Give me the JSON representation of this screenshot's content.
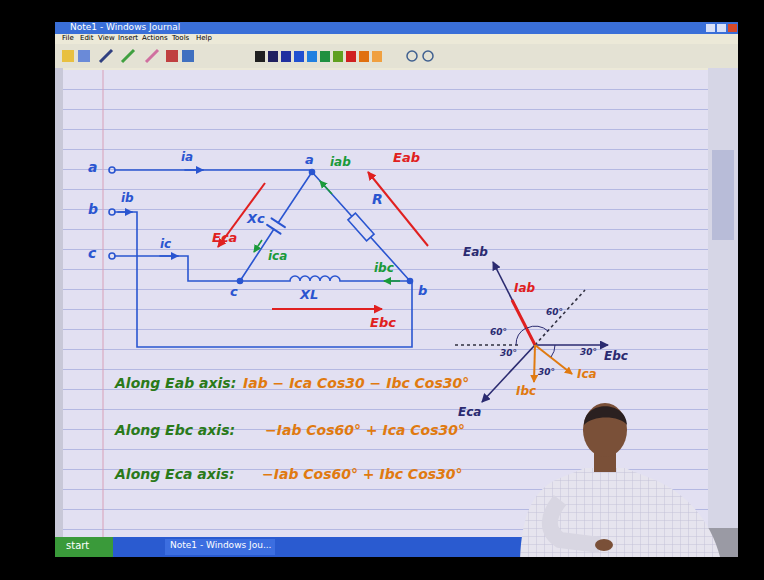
{
  "diagram": {
    "labels": [
      "Note1 - Windows Journal",
      "File",
      "Edit",
      "View",
      "Insert",
      "Actions",
      "Tools",
      "Help",
      "a",
      "ia",
      "b",
      "ib",
      "c",
      "ic",
      "a",
      "b",
      "c",
      "iab",
      "ica",
      "ibc",
      "Xc",
      "R",
      "XL",
      "Eab",
      "Eca",
      "Ebc",
      "Eab",
      "Iab",
      "60°",
      "60°",
      "Ebc",
      "30°",
      "30°",
      "30°",
      "Ica",
      "Ibc",
      "Eca",
      "Along Eab axis:",
      "Iab − Ica Cos30 − Ibc Cos30°",
      "Along Ebc axis:",
      "−Iab Cos60° + Ica Cos30°",
      "Along Eca axis:",
      "−Iab Cos60° + Ibc Cos30°",
      "start",
      "Note1 - Windows Jou..."
    ]
  }
}
